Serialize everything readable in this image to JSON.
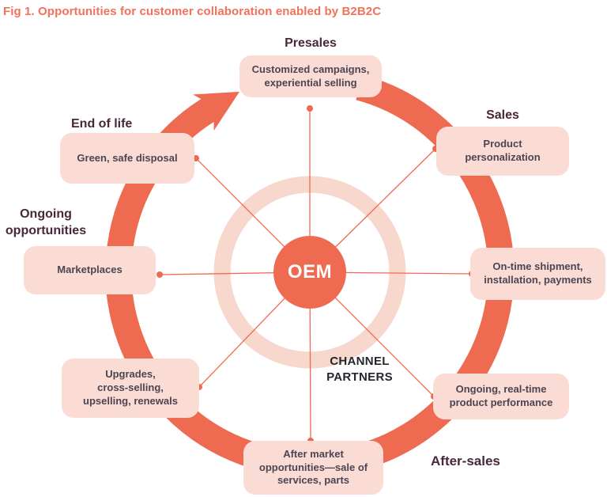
{
  "title": "Fig 1. Opportunities for customer collaboration enabled by B2B2C",
  "center": {
    "label": "OEM"
  },
  "ring_label": "CHANNEL\nPARTNERS",
  "stages": {
    "presales": "Presales",
    "sales": "Sales",
    "after_sales": "After-sales",
    "ongoing_opportunities": "Ongoing\nopportunities",
    "end_of_life": "End of life"
  },
  "nodes": {
    "presales": "Customized campaigns,\nexperiential selling",
    "sales": "Product\npersonalization",
    "shipment": "On-time shipment,\ninstallation, payments",
    "performance": "Ongoing, real-time\nproduct performance",
    "after_market": "After market\nopportunities—sale of\nservices, parts",
    "upgrades": "Upgrades,\ncross-selling,\nupselling, renewals",
    "marketplaces": "Marketplaces",
    "disposal": "Green, safe disposal"
  },
  "colors": {
    "coral": "#ee6a51",
    "title_text": "#f3705a",
    "pale_ring": "#f8d7cc",
    "node_fill": "#fadcd4",
    "stage_text": "#47273a",
    "node_text": "#4b4553",
    "ring_label_text": "#25262e",
    "center_text": "#ffffff"
  }
}
